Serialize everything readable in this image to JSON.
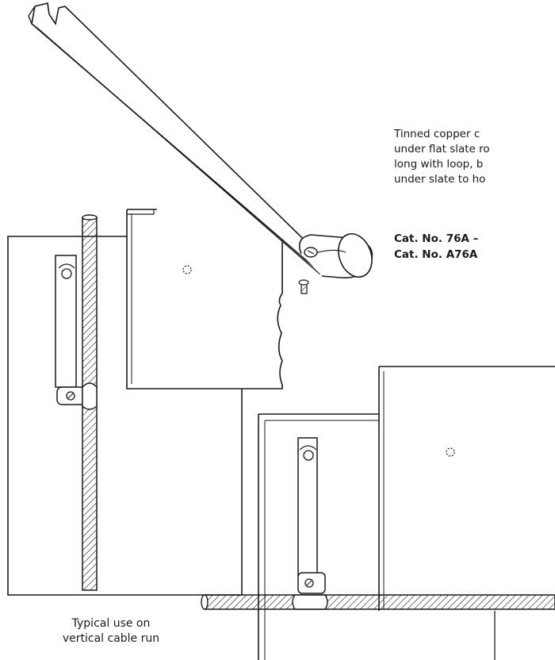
{
  "description_lines": [
    "Tinned copper c",
    "under flat slate ro",
    "long with loop, b",
    "under slate to ho"
  ],
  "catalog": [
    {
      "label": "Cat. No. 76A –"
    },
    {
      "label": "Cat. No. A76A"
    }
  ],
  "caption_lines": [
    "Typical use on",
    "vertical cable run"
  ],
  "colors": {
    "ink": "#1a1a1a",
    "paper": "#ffffff"
  }
}
